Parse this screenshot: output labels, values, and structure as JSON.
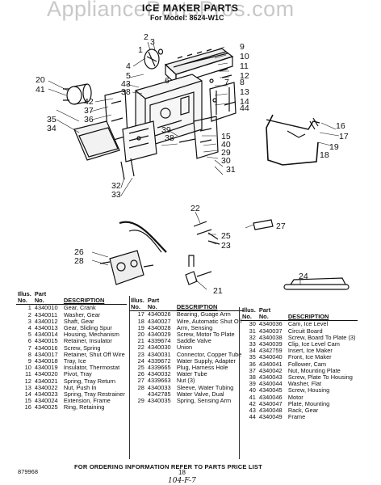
{
  "watermark": "AppliancePartsPros.com",
  "title": "ICE MAKER PARTS",
  "model": "For Model: 8624-W1C",
  "callouts": [
    "1",
    "2",
    "3",
    "4",
    "5",
    "6",
    "7",
    "8",
    "9",
    "10",
    "11",
    "12",
    "13",
    "14",
    "15",
    "16",
    "17",
    "18",
    "19",
    "20",
    "21",
    "22",
    "23",
    "24",
    "25",
    "26",
    "27",
    "28",
    "29",
    "30",
    "31",
    "32",
    "33",
    "34",
    "35",
    "36",
    "37",
    "38",
    "39",
    "40",
    "41",
    "42",
    "43",
    "44"
  ],
  "table_headers": {
    "illus": "Illus.",
    "no": "No.",
    "part": "Part",
    "part_no": "No.",
    "description": "DESCRIPTION"
  },
  "table1": [
    {
      "no": "1",
      "part": "4340010",
      "desc": "Gear, Crank"
    },
    {
      "no": "2",
      "part": "4340011",
      "desc": "Washer, Gear"
    },
    {
      "no": "3",
      "part": "4340012",
      "desc": "Shaft, Gear"
    },
    {
      "no": "4",
      "part": "4340013",
      "desc": "Gear, Sliding Spur"
    },
    {
      "no": "5",
      "part": "4340014",
      "desc": "Housing, Mechanism"
    },
    {
      "no": "6",
      "part": "4340015",
      "desc": "Retainer, Insulator"
    },
    {
      "no": "7",
      "part": "4340016",
      "desc": "Screw, Spring"
    },
    {
      "no": "8",
      "part": "4340017",
      "desc": "Retainer, Shut Off Wire"
    },
    {
      "no": "9",
      "part": "4340018",
      "desc": "Tray, Ice"
    },
    {
      "no": "10",
      "part": "4340019",
      "desc": "Insulator, Thermostat"
    },
    {
      "no": "11",
      "part": "4340020",
      "desc": "Pivot, Tray"
    },
    {
      "no": "12",
      "part": "4340021",
      "desc": "Spring, Tray Return"
    },
    {
      "no": "13",
      "part": "4340022",
      "desc": "Nut, Push In"
    },
    {
      "no": "14",
      "part": "4340023",
      "desc": "Spring, Tray Restrainer"
    },
    {
      "no": "15",
      "part": "4340024",
      "desc": "Extension, Frame"
    },
    {
      "no": "16",
      "part": "4340025",
      "desc": "Ring, Retaining"
    }
  ],
  "table2": [
    {
      "no": "17",
      "part": "4340026",
      "desc": "Bearing, Guage Arm"
    },
    {
      "no": "18",
      "part": "4340027",
      "desc": "Wire, Automatic Shut Off"
    },
    {
      "no": "19",
      "part": "4340028",
      "desc": "Arm, Sensing"
    },
    {
      "no": "20",
      "part": "4340029",
      "desc": "Screw, Motor To Plate"
    },
    {
      "no": "21",
      "part": "4339674",
      "desc": "Saddle Valve"
    },
    {
      "no": "22",
      "part": "4340030",
      "desc": "Union"
    },
    {
      "no": "23",
      "part": "4340031",
      "desc": "Connector, Copper Tube"
    },
    {
      "no": "24",
      "part": "4339672",
      "desc": "Water Supply, Adapter"
    },
    {
      "no": "25",
      "part": "4339665",
      "desc": "Plug, Harness Hole"
    },
    {
      "no": "26",
      "part": "4340032",
      "desc": "Water Tube"
    },
    {
      "no": "27",
      "part": "4339663",
      "desc": "Nut (3)"
    },
    {
      "no": "28",
      "part": "4340033",
      "desc": "Sleeve, Water Tubing"
    },
    {
      "no": "",
      "part": "4342785",
      "desc": "Water Valve, Dual"
    },
    {
      "no": "29",
      "part": "4340035",
      "desc": "Spring, Sensing Arm"
    }
  ],
  "table3": [
    {
      "no": "30",
      "part": "4340036",
      "desc": "Cam, Ice Level"
    },
    {
      "no": "31",
      "part": "4340037",
      "desc": "Circuit Board"
    },
    {
      "no": "32",
      "part": "4340038",
      "desc": "Screw, Board To Plate (3)"
    },
    {
      "no": "33",
      "part": "4340039",
      "desc": "Clip, Ice Level Cam"
    },
    {
      "no": "34",
      "part": "4342759",
      "desc": "Insert, Ice Maker"
    },
    {
      "no": "35",
      "part": "4340040",
      "desc": "Front, Ice Maker"
    },
    {
      "no": "36",
      "part": "4340041",
      "desc": "Follower, Cam"
    },
    {
      "no": "37",
      "part": "4340042",
      "desc": "Nut, Mounting Plate"
    },
    {
      "no": "38",
      "part": "4340043",
      "desc": "Screw, Plate To Housing"
    },
    {
      "no": "39",
      "part": "4340044",
      "desc": "Washer, Flat"
    },
    {
      "no": "40",
      "part": "4340045",
      "desc": "Screw, Housing"
    },
    {
      "no": "41",
      "part": "4340046",
      "desc": "Motor"
    },
    {
      "no": "42",
      "part": "4340047",
      "desc": "Plate, Mounting"
    },
    {
      "no": "43",
      "part": "4340048",
      "desc": "Rack, Gear"
    },
    {
      "no": "44",
      "part": "4340049",
      "desc": "Frame"
    }
  ],
  "footer": "FOR ORDERING INFORMATION REFER TO PARTS PRICE LIST",
  "doc_code": "879968",
  "page_number": "18",
  "handwritten": "104-F-7"
}
